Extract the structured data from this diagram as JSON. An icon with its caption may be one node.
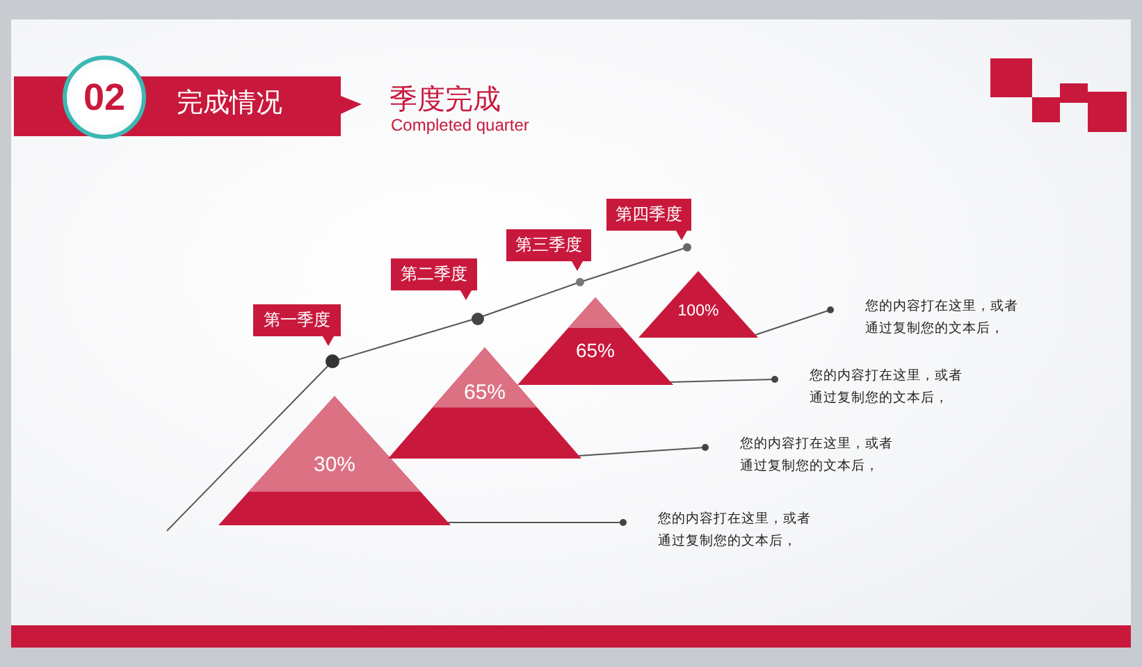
{
  "diagram": {
    "title": "季度完成",
    "nodes": [
      {
        "text": [
          "第一季度"
        ]
      },
      {
        "text": [
          "第二季度"
        ]
      },
      {
        "text": [
          "第三季度"
        ]
      },
      {
        "text": [
          "第四季度"
        ]
      },
      {
        "text": [],
        "shape": "circle"
      },
      {
        "text": [],
        "shape": "circle"
      },
      {
        "text": [],
        "shape": "circle"
      },
      {
        "text": [],
        "shape": "circle"
      },
      {
        "text": [
          "30%"
        ]
      },
      {
        "text": [
          "65%"
        ]
      },
      {
        "text": [
          "65%"
        ]
      },
      {
        "text": [
          "100%"
        ]
      },
      {
        "text": [
          "您的内容打在这里，或者通过复制您的文本后，"
        ]
      },
      {
        "text": [
          "您的内容打在这里，或者通过复制您的文本后，"
        ]
      },
      {
        "text": [
          "您的内容打在这里，或者通过复制您的文本后，"
        ]
      },
      {
        "text": [
          "您的内容打在这里，或者通过复制您的文本后，"
        ]
      }
    ],
    "edges": [
      {
        "from": null,
        "to": 4,
        "arrow": "none"
      },
      {
        "from": 4,
        "to": 5,
        "arrow": "none"
      },
      {
        "from": 5,
        "to": 6,
        "arrow": "none"
      },
      {
        "from": 6,
        "to": 7,
        "arrow": "none"
      },
      {
        "from": 8,
        "to": 12,
        "arrow": "other"
      },
      {
        "from": 9,
        "to": 13,
        "arrow": "other"
      },
      {
        "from": 10,
        "to": 14,
        "arrow": "other"
      },
      {
        "from": 11,
        "to": 15,
        "arrow": "other"
      }
    ],
    "labels": [
      "02",
      "完成情况",
      "Completed quarter"
    ]
  }
}
